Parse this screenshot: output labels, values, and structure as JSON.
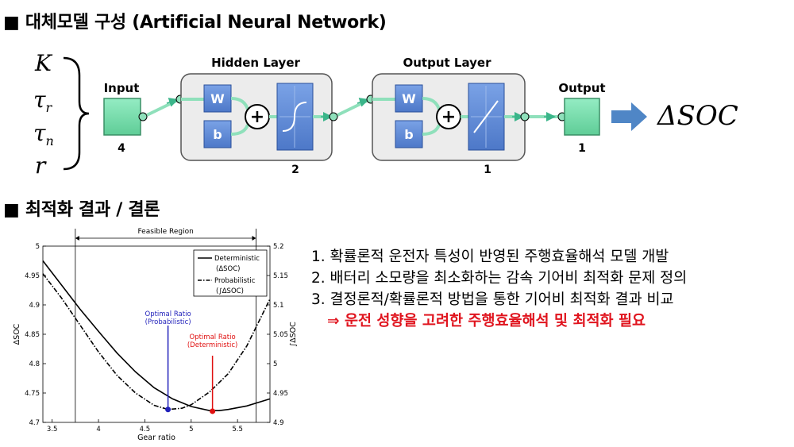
{
  "headings": {
    "surrogate": "■ 대체모델 구성 (Artificial Neural Network)",
    "result": "■ 최적화 결과 / 결론"
  },
  "network": {
    "inputs": [
      "K",
      "τ",
      "τ",
      "r"
    ],
    "input_subscripts": [
      "",
      "r",
      "n",
      ""
    ],
    "input_label": "Input",
    "input_count": "4",
    "hidden_title": "Hidden Layer",
    "hidden_count": "2",
    "output_layer_title": "Output Layer",
    "output_layer_count": "1",
    "output_label": "Output",
    "output_count": "1",
    "weight_label": "W",
    "bias_label": "b",
    "plus_symbol": "+",
    "result_symbol": "ΔSOC",
    "colors": {
      "box_blue": "#5b87d3",
      "node_green": "#73d8a8",
      "arrow": "#4f86c6",
      "panel": "#ececec"
    }
  },
  "chart_data": {
    "type": "line",
    "title": "Feasible Region",
    "xlabel": "Gear ratio",
    "ylabel_left": "ΔSOC",
    "ylabel_right": "∫ΔSOC",
    "xlim": [
      3.4,
      5.85
    ],
    "ylim_left": [
      4.7,
      5.0
    ],
    "ylim_right": [
      4.9,
      5.2
    ],
    "xticks": [
      "3.5",
      "4",
      "4.5",
      "5",
      "5.5"
    ],
    "yticks_left": [
      "4.7",
      "4.75",
      "4.8",
      "4.85",
      "4.9",
      "4.95",
      "5"
    ],
    "yticks_right": [
      "4.9",
      "4.95",
      "5",
      "5.05",
      "5.1",
      "5.15",
      "5.2"
    ],
    "feasible_region": [
      3.75,
      5.7
    ],
    "legend": {
      "placement": "top-right",
      "entries": [
        "Deterministic",
        "(ΔSOC)",
        "Probabilistic",
        "(∫ΔSOC)"
      ]
    },
    "series": [
      {
        "name": "Deterministic (ΔSOC)",
        "axis": "left",
        "style": "solid",
        "x": [
          3.4,
          3.6,
          3.8,
          4.0,
          4.2,
          4.4,
          4.6,
          4.8,
          5.0,
          5.2,
          5.3,
          5.4,
          5.6,
          5.85
        ],
        "y": [
          4.975,
          4.934,
          4.893,
          4.855,
          4.818,
          4.786,
          4.759,
          4.74,
          4.727,
          4.72,
          4.72,
          4.722,
          4.728,
          4.74
        ]
      },
      {
        "name": "Probabilistic (∫ΔSOC)",
        "axis": "right",
        "style": "dashdot",
        "x": [
          3.4,
          3.6,
          3.8,
          4.0,
          4.2,
          4.4,
          4.6,
          4.75,
          4.9,
          5.0,
          5.2,
          5.4,
          5.6,
          5.85
        ],
        "y": [
          5.153,
          5.112,
          5.066,
          5.02,
          4.98,
          4.95,
          4.929,
          4.922,
          4.924,
          4.93,
          4.952,
          4.983,
          5.03,
          5.11
        ]
      }
    ],
    "annotations": [
      {
        "lines": [
          "Optimal Ratio",
          "(Probabilistic)"
        ],
        "x": 4.75,
        "y": 4.922,
        "axis": "right",
        "color": "#2222bb"
      },
      {
        "lines": [
          "Optimal Ratio",
          "(Deterministic)"
        ],
        "x": 5.23,
        "y": 4.719,
        "axis": "left",
        "color": "#e01010"
      }
    ]
  },
  "conclusions": {
    "items": [
      "1. 확률론적 운전자 특성이 반영된 주행효율해석 모델 개발",
      "2. 배터리 소모량을 최소화하는 감속 기어비 최적화 문제 정의",
      "3. 결정론적/확률론적 방법을 통한 기어비 최적화 결과 비교"
    ],
    "highlight": "⇒ 운전 성향을 고려한 주행효율해석 및 최적화 필요",
    "highlight_color": "#e0141e"
  }
}
